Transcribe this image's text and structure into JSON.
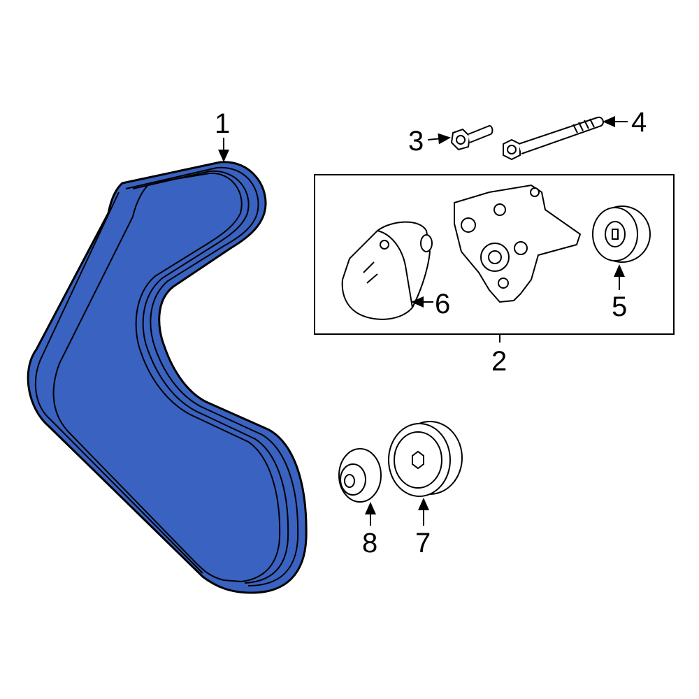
{
  "diagram": {
    "callouts": [
      {
        "label": "1",
        "part": "serpentine-belt"
      },
      {
        "label": "2",
        "part": "tensioner-assembly"
      },
      {
        "label": "3",
        "part": "bolt"
      },
      {
        "label": "4",
        "part": "long-bolt"
      },
      {
        "label": "5",
        "part": "idler-pulley"
      },
      {
        "label": "6",
        "part": "tensioner"
      },
      {
        "label": "7",
        "part": "crankshaft-pulley"
      },
      {
        "label": "8",
        "part": "pulley-cap"
      }
    ],
    "colors": {
      "belt": "#3a62c0",
      "outline": "#000000",
      "background": "#ffffff"
    }
  }
}
